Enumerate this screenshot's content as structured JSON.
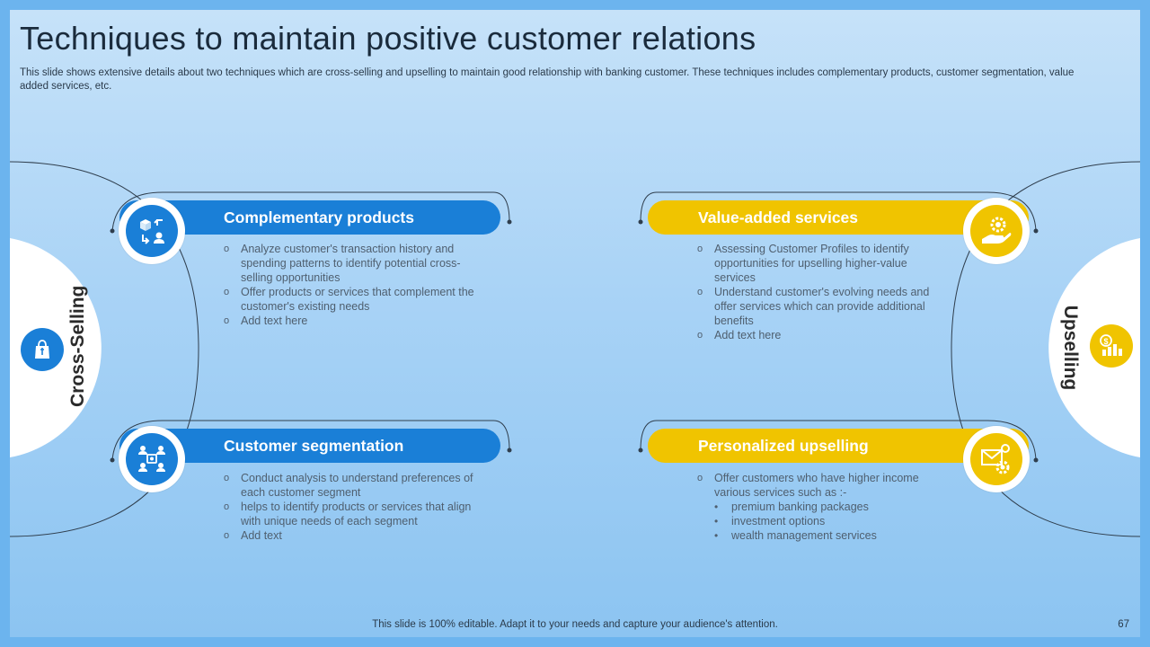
{
  "title": "Techniques to maintain positive customer relations",
  "subtitle": "This slide shows extensive details about two techniques which are cross-selling and upselling to maintain good relationship with banking customer. These techniques includes complementary products, customer segmentation, value added services, etc.",
  "colors": {
    "blue": "#1a7fd7",
    "yellow": "#f0c400",
    "border": "#6cb4ee"
  },
  "left": {
    "label": "Cross-Selling",
    "icon": "shopping-bag-icon",
    "cards": [
      {
        "title": "Complementary products",
        "icon": "boxes-exchange-icon",
        "bullets": [
          "Analyze customer's transaction history and spending patterns to identify potential cross-selling opportunities",
          "Offer products or services that complement the customer's existing needs",
          "Add text here"
        ]
      },
      {
        "title": "Customer segmentation",
        "icon": "customer-group-icon",
        "bullets": [
          "Conduct analysis to understand preferences of each customer segment",
          "helps to identify products or services that align with unique needs of each segment",
          "Add text"
        ]
      }
    ]
  },
  "right": {
    "label": "Upselling",
    "icon": "money-growth-icon",
    "cards": [
      {
        "title": "Value-added services",
        "icon": "hand-gear-icon",
        "bullets": [
          "Assessing Customer Profiles to identify opportunities for upselling higher-value services",
          "Understand customer's evolving needs and offer services which can provide additional benefits",
          "Add text here"
        ]
      },
      {
        "title": "Personalized upselling",
        "icon": "email-gear-icon",
        "bullets": [
          "Offer customers who have higher income various services such as :-"
        ],
        "sub_bullets": [
          "premium banking packages",
          "investment options",
          "wealth management services"
        ]
      }
    ]
  },
  "footer": "This slide is 100% editable. Adapt it to your needs and capture your audience's attention.",
  "page_number": "67"
}
